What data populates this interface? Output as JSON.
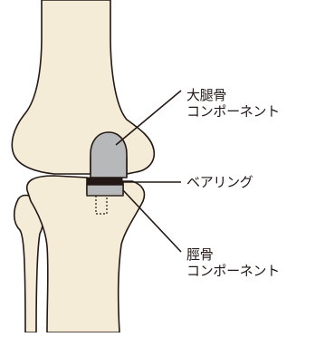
{
  "labels": {
    "femoral_component": {
      "line1": "大腿骨",
      "line2": "コンポーネント"
    },
    "bearing": "ベアリング",
    "tibial_component": {
      "line1": "脛骨",
      "line2": "コンポーネント"
    }
  },
  "colors": {
    "bone": "#f5ecd7",
    "outline": "#231815",
    "femoral_component": "#b7b8ba",
    "bearing": "#231815",
    "tibial_component": "#b7b8ba",
    "background": "#ffffff"
  }
}
